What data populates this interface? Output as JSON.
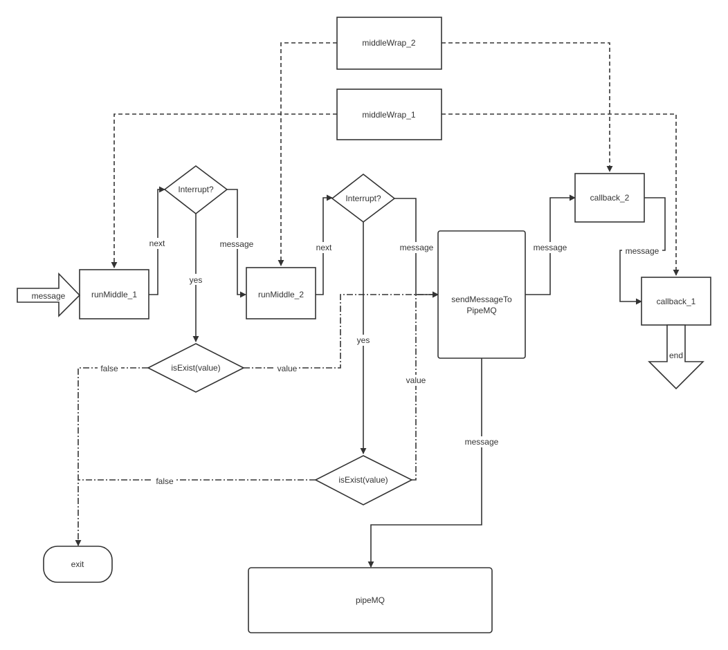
{
  "nodes": {
    "middle_wrap_2": "middleWrap_2",
    "middle_wrap_1": "middleWrap_1",
    "interrupt_1": "Interrupt?",
    "interrupt_2": "Interrupt?",
    "callback_2": "callback_2",
    "callback_1": "callback_1",
    "run_middle_1": "runMiddle_1",
    "run_middle_2": "runMiddle_2",
    "send_message_line1": "sendMessageTo",
    "send_message_line2": "PipeMQ",
    "is_exist_1": "isExist(value)",
    "is_exist_2": "isExist(value)",
    "exit": "exit",
    "pipe_mq": "pipeMQ",
    "input_arrow": "message",
    "end_arrow": "end"
  },
  "edge_labels": {
    "next_1": "next",
    "message_1": "message",
    "yes_1": "yes",
    "next_2": "next",
    "message_2": "message",
    "yes_2": "yes",
    "false_1": "false",
    "value_1": "value",
    "value_2": "value",
    "false_2": "false",
    "send_to_callback": "message",
    "callback_chain": "message",
    "send_to_pipe": "message"
  },
  "colors": {
    "stroke": "#333333",
    "background": "#ffffff"
  }
}
